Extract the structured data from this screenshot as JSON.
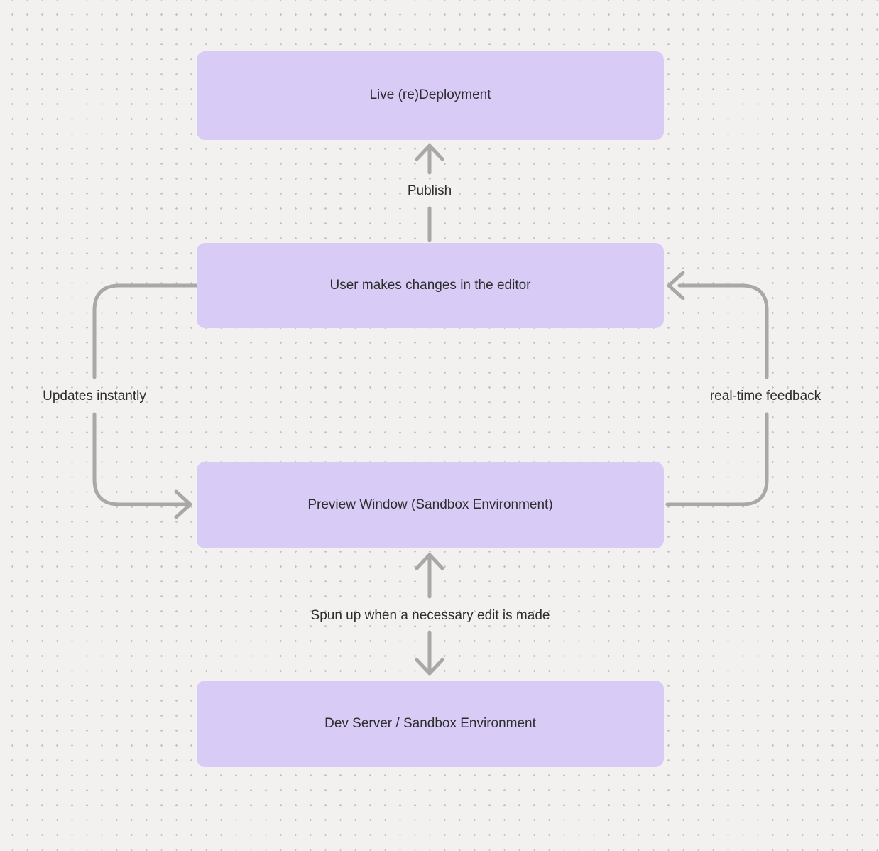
{
  "colors": {
    "canvas-bg": "#f2f1f0",
    "dot": "#c5c3c0",
    "node-fill": "#d8ccf6",
    "arrow": "#a9a8a6",
    "text": "#2d2d2d"
  },
  "diagram": {
    "nodes": [
      {
        "id": "live-redeployment",
        "label": "Live (re)Deployment"
      },
      {
        "id": "user-editor",
        "label": "User makes changes in the editor"
      },
      {
        "id": "preview-window",
        "label": "Preview Window (Sandbox Environment)"
      },
      {
        "id": "dev-server",
        "label": "Dev Server / Sandbox Environment"
      }
    ],
    "edges": [
      {
        "id": "publish",
        "label": "Publish",
        "from": "user-editor",
        "to": "live-redeployment",
        "direction": "up"
      },
      {
        "id": "updates-instantly",
        "label": "Updates instantly",
        "from": "user-editor",
        "to": "preview-window",
        "direction": "left-loop-down"
      },
      {
        "id": "real-time-feedback",
        "label": "real-time feedback",
        "from": "preview-window",
        "to": "user-editor",
        "direction": "right-loop-up"
      },
      {
        "id": "spun-up",
        "label": "Spun up when a necessary edit is made",
        "from": "preview-window",
        "to": "dev-server",
        "direction": "bidirectional"
      }
    ]
  }
}
